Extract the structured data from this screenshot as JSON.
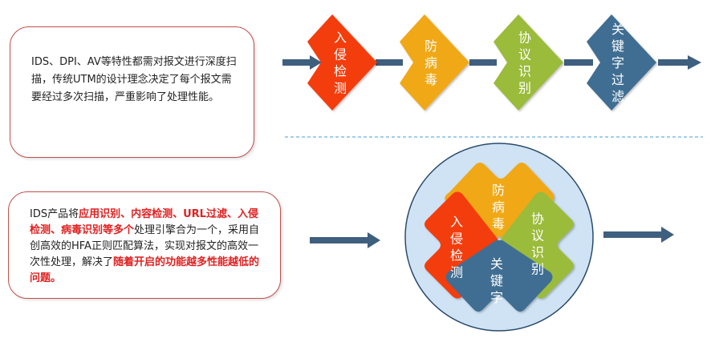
{
  "top_box_text": "IDS、DPI、AV等特性都需对报文进行深度扫描，传统UTM的设计理念决定了每个报文需要经过多次扫描，严重影响了处理性能。",
  "bottom_box": {
    "t1": "IDS产品将",
    "h1": "应用识别、内容检测、URL过滤、入侵检测、病毒识别等多个",
    "t2": "处理引擎合为一个，采用自创高效的HFA正则匹配算法，实现对报文的高效一次性处理，解决了",
    "h2": "随着开启的功能越多性能越低的问题。"
  },
  "top_chain": [
    {
      "label": "入侵检测",
      "color": "#f43c0c"
    },
    {
      "label": "防病毒",
      "color": "#f0a818"
    },
    {
      "label": "协议识别",
      "color": "#9bbb3b"
    },
    {
      "label": "关键字过滤",
      "color": "#3f6e93"
    }
  ],
  "cross": [
    {
      "label": "入侵检测",
      "color": "#f43c0c"
    },
    {
      "label": "防病毒",
      "color": "#f0a818"
    },
    {
      "label": "协议识别",
      "color": "#9bbb3b"
    },
    {
      "label": "关键字",
      "color": "#3f6e93"
    }
  ],
  "colors": {
    "arrow": "#3f5f7f",
    "circle_fill": "#cfe3f5",
    "circle_stroke": "#2a4a6a",
    "divider": "#6ab0e0"
  }
}
